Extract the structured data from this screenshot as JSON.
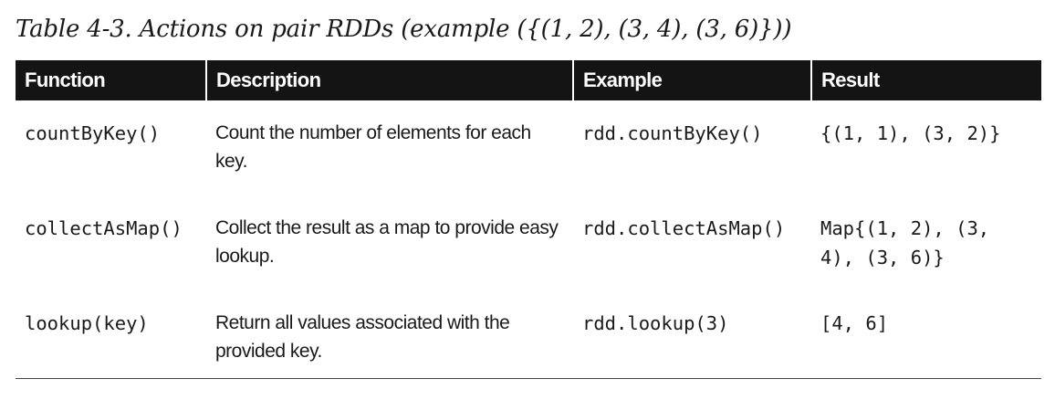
{
  "caption": "Table 4-3. Actions on pair RDDs (example ({(1, 2), (3, 4), (3, 6)}))",
  "table": {
    "headers": [
      "Function",
      "Description",
      "Example",
      "Result"
    ],
    "rows": [
      {
        "function": "countByKey()",
        "description": "Count the number of elements for each key.",
        "example": "rdd.countByKey()",
        "result": "{(1, 1), (3, 2)}"
      },
      {
        "function": "collectAsMap()",
        "description": "Collect the result as a map to provide easy lookup.",
        "example": "rdd.collectAsMap()",
        "result": "Map{(1, 2), (3, 4), (3, 6)}"
      },
      {
        "function": "lookup(key)",
        "description": "Return all values associated with the provided key.",
        "example": "rdd.lookup(3)",
        "result": "[4, 6]"
      }
    ]
  }
}
